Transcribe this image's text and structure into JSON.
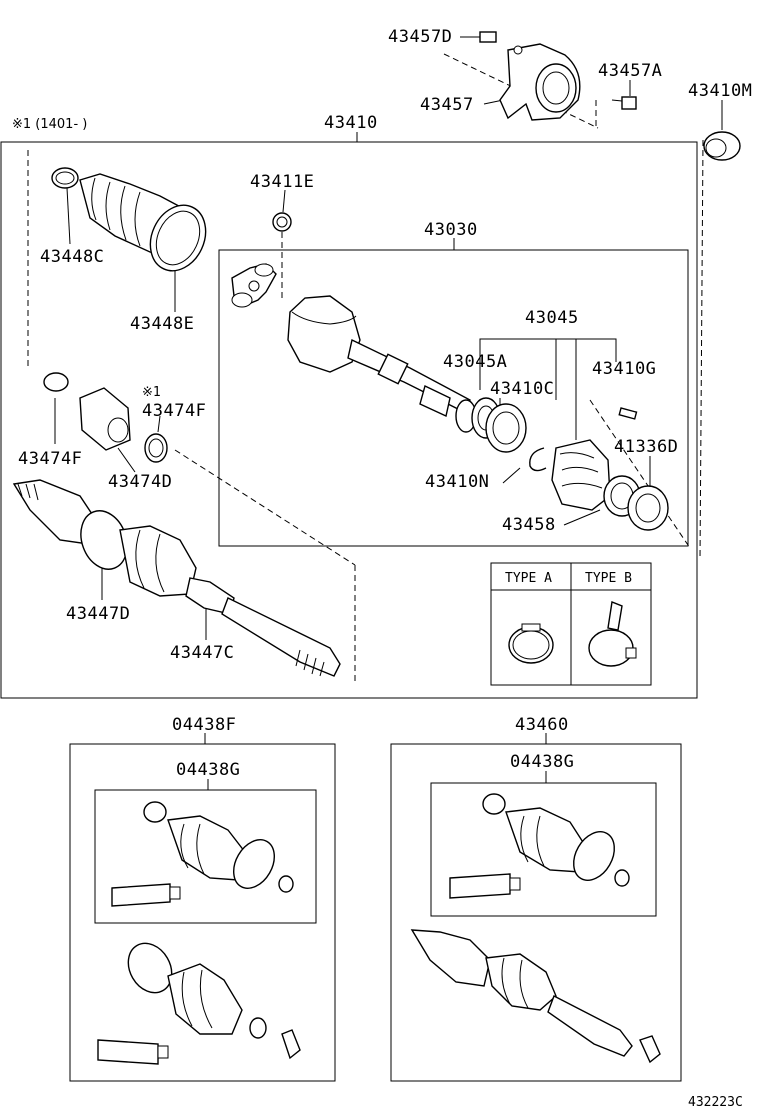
{
  "labels": {
    "p43457D": "43457D",
    "p43457A": "43457A",
    "p43457": "43457",
    "p43410M": "43410M",
    "note_1401": "※1 (1401-  )",
    "p43410": "43410",
    "p43411E": "43411E",
    "p43030": "43030",
    "p43448C": "43448C",
    "p43448E": "43448E",
    "p43045": "43045",
    "p43045A": "43045A",
    "p43410G": "43410G",
    "p43410C": "43410C",
    "note_star1": "※1",
    "p43474F_upper": "43474F",
    "p43474F_lower": "43474F",
    "p41336D": "41336D",
    "p43474D": "43474D",
    "p43410N": "43410N",
    "p43458": "43458",
    "type_a": "TYPE A",
    "type_b": "TYPE B",
    "p43447D": "43447D",
    "p43447C": "43447C",
    "p04438F": "04438F",
    "p43460": "43460",
    "p04438G_left": "04438G",
    "p04438G_right": "04438G",
    "diagram_code": "432223C"
  }
}
